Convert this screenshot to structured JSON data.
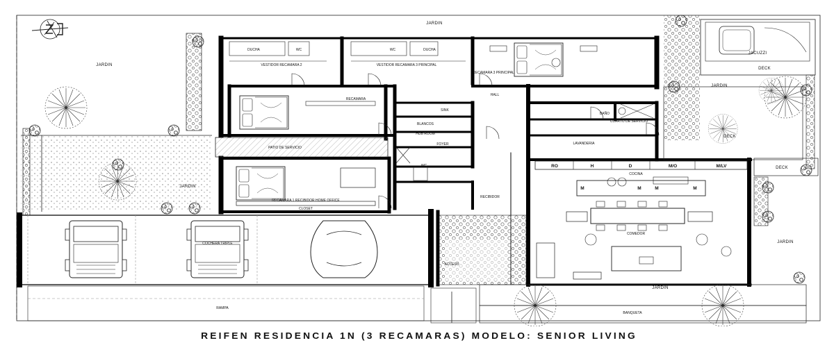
{
  "title": "REIFEN RESIDENCIA 1N (3 RECAMARAS) MODELO: SENIOR LIVING",
  "labels": {
    "jardin_top": "JARDIN",
    "jardin_left_top": "JARDIN",
    "jardin_left_mid": "JARDIN",
    "jardin_right": "JARDIN",
    "jardin_front": "JARDIN",
    "jardin_mid_right": "JARDIN",
    "jacuzzi": "JACUZZI",
    "deck_top": "DECK",
    "deck_mid": "DECK",
    "deck_side": "DECK",
    "vestidor_2": "VESTIDOR RECAMARA 2",
    "vestidor_3": "VESTIDOR RECAMARA 3 PRINCIPAL",
    "ducha_1": "DUCHA",
    "ducha_2": "DUCHA",
    "wc_1": "WC",
    "wc_2": "WC",
    "recamara_3": "RECAMARA 3 PRINCIPAL",
    "recamara": "RECAMARA",
    "recamara_1": "RECAMARA 1 RECIBIDOR HOME OFFICE",
    "closet": "CLOSET",
    "hall": "HALL",
    "sink": "SINK",
    "blancos": "BLANCOS",
    "hub_room": "HUB ROOM",
    "foyer": "FOYER",
    "wc_3": "WC",
    "recibidor": "RECIBIDOR",
    "patio_servicio": "PATIO DE SERVICIO",
    "bano": "BAÑO",
    "cuarto_servicio": "CUARTO DE SERVICIO",
    "lavanderia": "LAVANDERIA",
    "cocina": "COCINA",
    "comedor": "COMEDOR",
    "cochera": "COCHERA TRIPLE",
    "rampa": "RAMPA",
    "banqueta": "BANQUETA",
    "acceso": "ACCESO"
  },
  "kitchen_codes": [
    "RO",
    "H",
    "D",
    "M/O",
    "M/LV"
  ],
  "kitchen_module_codes": [
    "M",
    "M",
    "M",
    "M"
  ]
}
